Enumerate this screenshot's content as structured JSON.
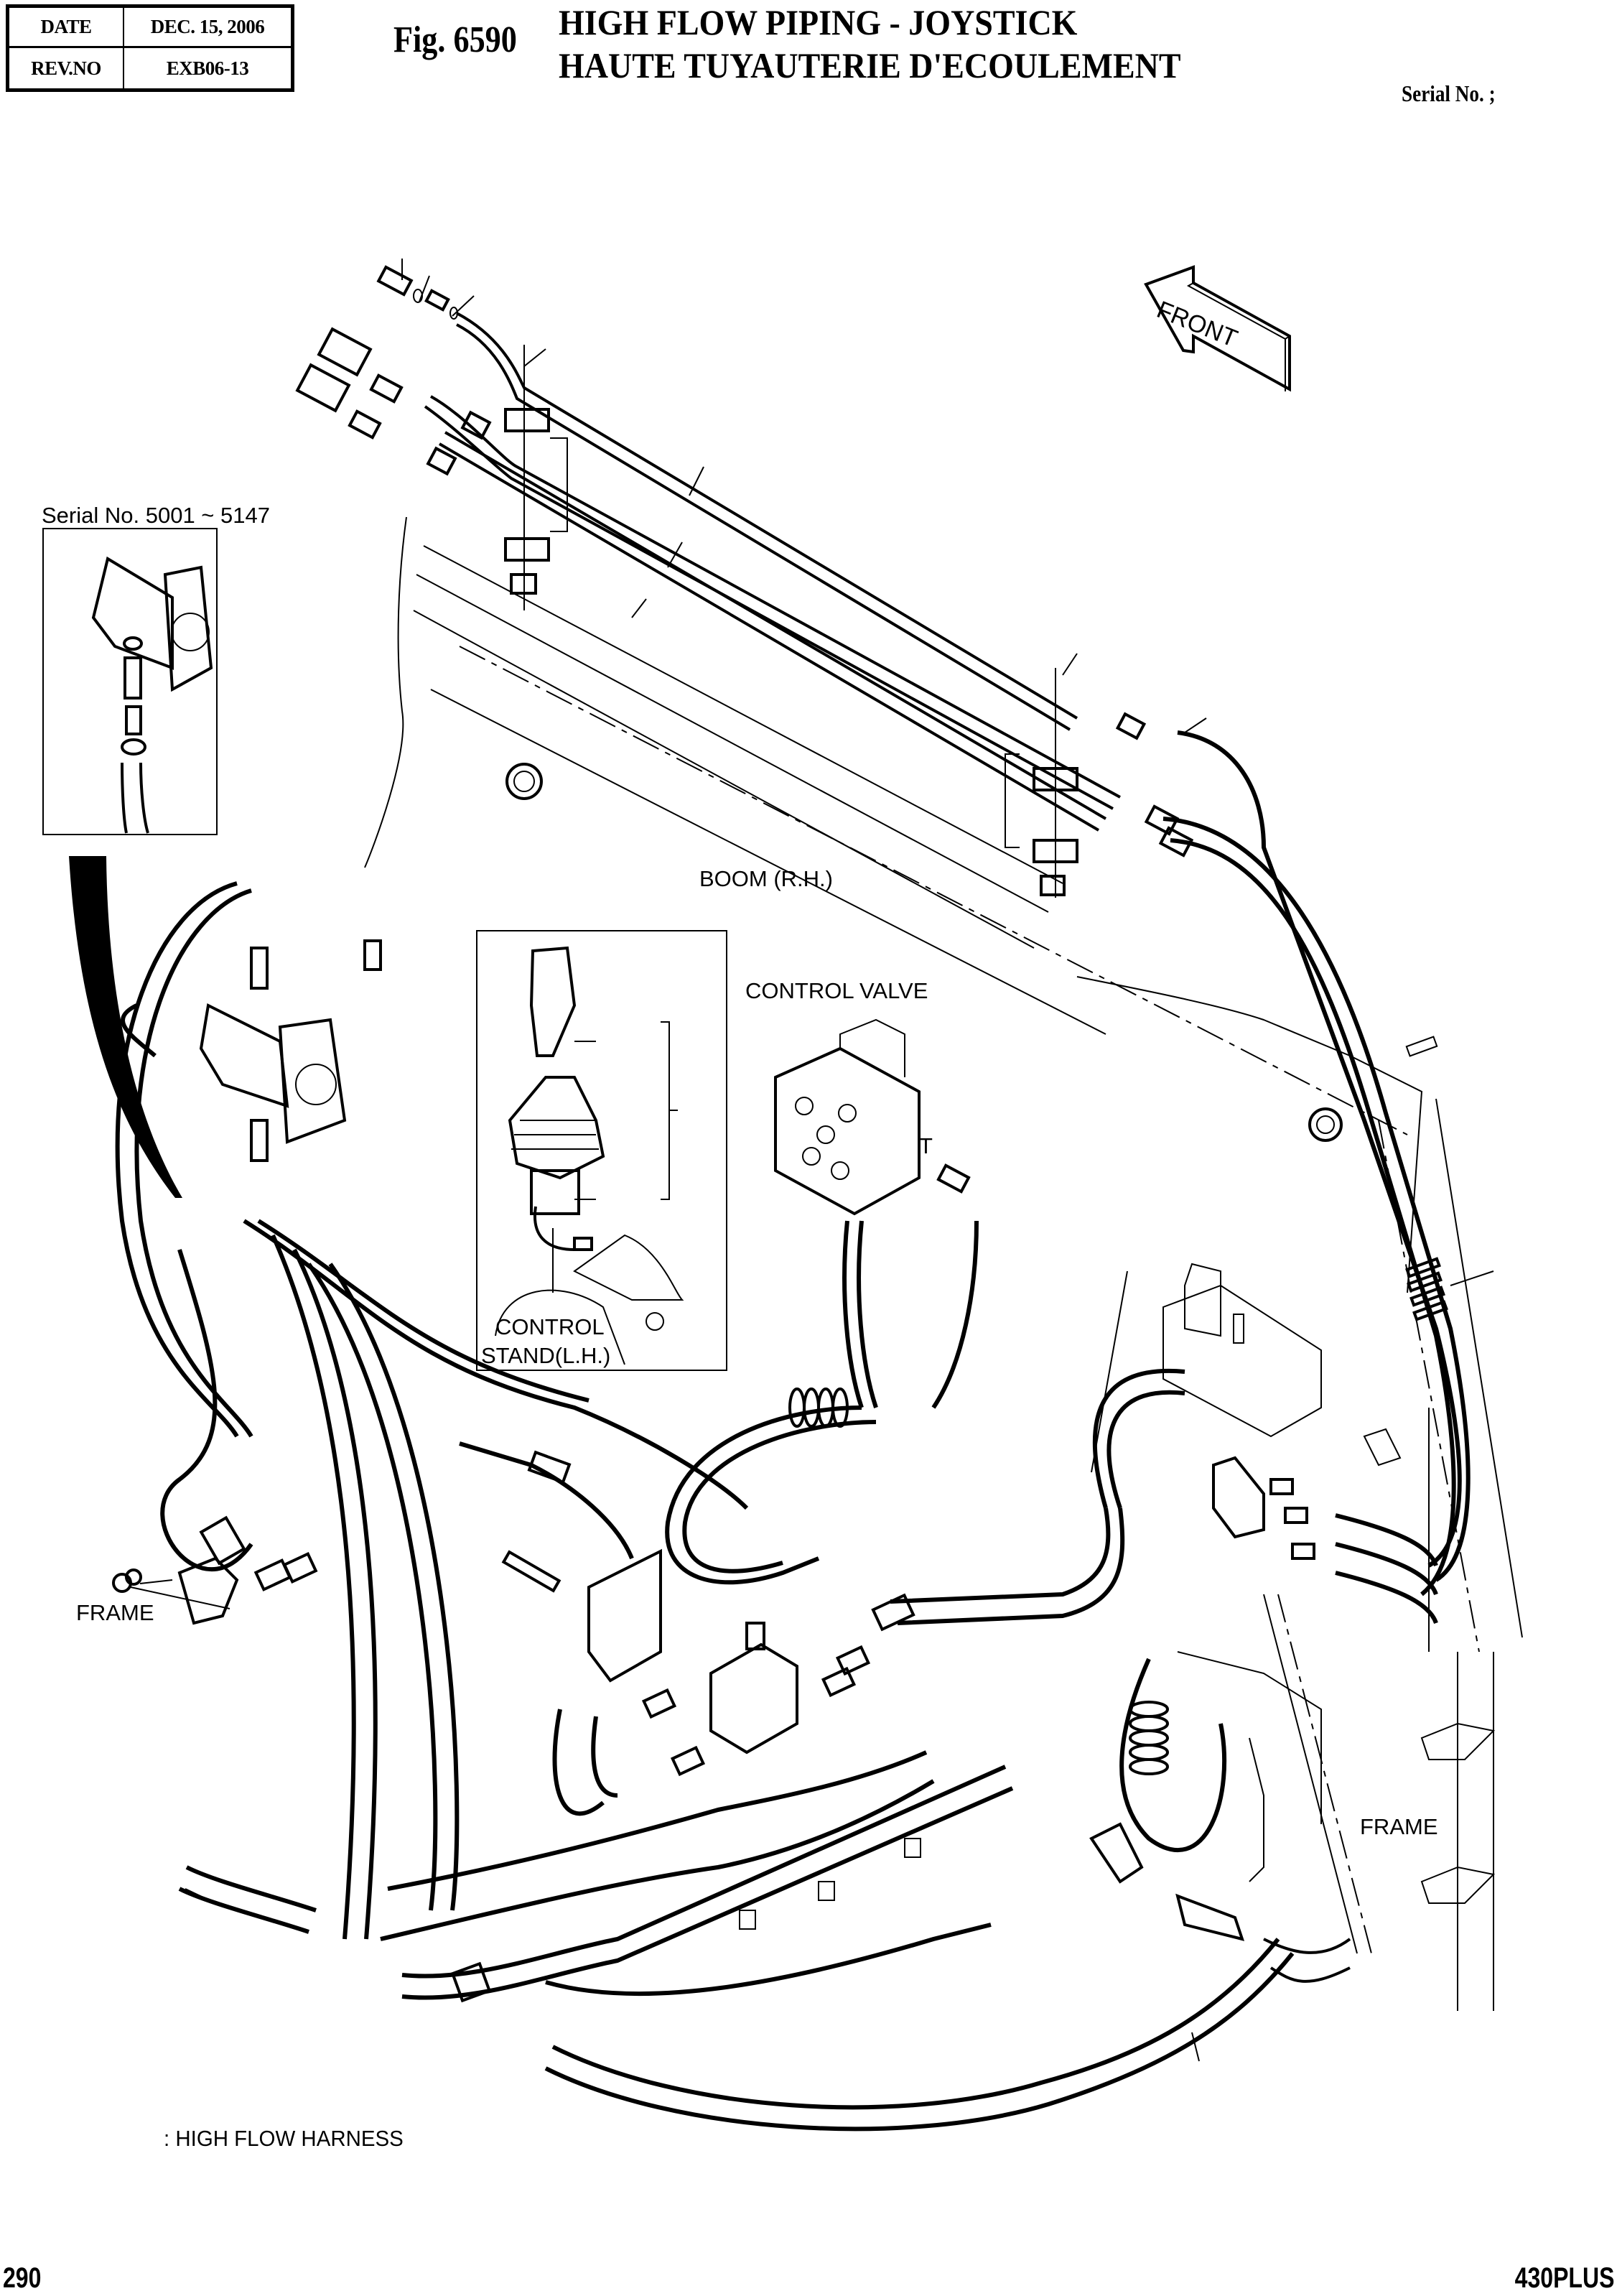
{
  "header": {
    "date_label": "DATE",
    "date_value": "DEC. 15, 2006",
    "rev_label": "REV.NO",
    "rev_value": "EXB06-13",
    "fig_number": "Fig. 6590",
    "title_en": "HIGH FLOW PIPING - JOYSTICK",
    "title_fr": "HAUTE TUYAUTERIE D'ECOULEMENT",
    "serial_label": "Serial No. ;"
  },
  "drawing": {
    "direction_arrow": "FRONT",
    "inset_serial": "Serial No. 5001 ~ 5147",
    "labels": {
      "boom": "BOOM (R.H.)",
      "control_valve": "CONTROL VALVE",
      "port_t": "T",
      "control_stand_line1": "CONTROL",
      "control_stand_line2": "STAND(L.H.)",
      "frame_left": "FRAME",
      "frame_right": "FRAME"
    },
    "icons": [
      "front-arrow-icon",
      "hydraulic-pump-icon",
      "joystick-icon",
      "control-valve-icon",
      "harness-bar-icon"
    ]
  },
  "legend": {
    "text": ": HIGH FLOW HARNESS"
  },
  "footer": {
    "page_number": "290",
    "model": "430PLUS"
  }
}
